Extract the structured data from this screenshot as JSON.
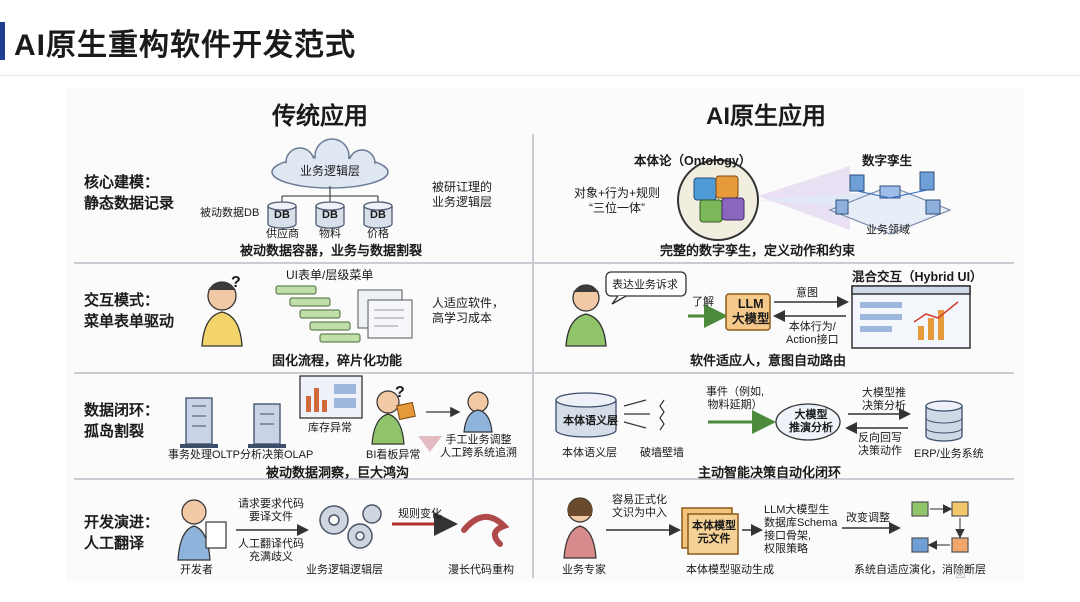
{
  "header": {
    "title": "AI原生重构软件开发范式"
  },
  "columns": {
    "left": "传统应用",
    "right": "AI原生应用"
  },
  "rows": [
    {
      "title_line1": "核心建模：",
      "title_line2": "静态数据记录",
      "left": {
        "cloud": "业务逻辑层",
        "db_label": "被动数据DB",
        "db_icon": "DB",
        "db_names": [
          "供应商",
          "物料",
          "价格"
        ],
        "side_line1": "被研讧理的",
        "side_line2": "业务逻辑层",
        "caption": "被动数据容器，业务与数据割裂"
      },
      "right": {
        "ontology": "本体论（Ontology）",
        "triad_line1": "对象+行为+规则",
        "triad_line2": "“三位一体”",
        "twin": "数字孪生",
        "domain": "业务领域",
        "caption": "完整的数字孪生，定义动作和约束"
      }
    },
    {
      "title_line1": "交互模式：",
      "title_line2": "菜单表单驱动",
      "left": {
        "menu": "UI表单/层级菜单",
        "side_line1": "人适应软件，",
        "side_line2": "高学习成本",
        "question": "?",
        "caption": "固化流程，碎片化功能"
      },
      "right": {
        "bubble": "表达业务诉求",
        "understand": "了解",
        "llm_line1": "LLM",
        "llm_line2": "大模型",
        "intent": "意图",
        "action_line1": "本体行为/",
        "action_line2": "Action接口",
        "hybrid": "混合交互（Hybrid UI）",
        "caption": "软件适应人，意图自动路由"
      }
    },
    {
      "title_line1": "数据闭环：",
      "title_line2": "孤岛割裂",
      "left": {
        "oltp": "事务处理OLTP",
        "olap": "分析决策OLAP",
        "inventory": "库存异常",
        "bi": "BI看板异常",
        "manual_line1": "手工业务调整",
        "manual_line2": "人工跨系统追溯",
        "question": "?",
        "caption": "被动数据洞察，巨大鸿沟"
      },
      "right": {
        "semantic_box": "本体语义层",
        "semantic_label": "本体语义层",
        "breakwall": "破墙壁墙",
        "event_line1": "事件（例如,",
        "event_line2": "物料延期）",
        "llm_line1": "大模型",
        "llm_line2": "推演分析",
        "push_line1": "大模型推",
        "push_line2": "决策分析",
        "back_line1": "反向回写",
        "back_line2": "决策动作",
        "erp": "ERP/业务系统",
        "caption": "主动智能决策自动化闭环"
      }
    },
    {
      "title_line1": "开发演进：",
      "title_line2": "人工翻译",
      "left": {
        "req_line1": "请求要求代码",
        "req_line2": "要译文件",
        "tr_line1": "人工翻译代码",
        "tr_line2": "充满歧义",
        "rule_change": "规则变化",
        "developer": "开发者",
        "logic_layer": "业务逻辑逻辑层",
        "refactor": "漫长代码重构"
      },
      "right": {
        "easy_line1": "容易正式化",
        "easy_line2": "文识为中入",
        "model_line1": "本体模型",
        "model_line2": "元文件",
        "gen_line1": "LLM大模型生",
        "gen_line2": "数据库Schema",
        "gen_line3": "接口骨架,",
        "gen_line4": "权限策略",
        "change": "改变调整",
        "expert": "业务专家",
        "driven": "本体模型驱动生成",
        "adapt": "系统自适应演化，消除断层"
      }
    }
  ],
  "watermark": "图"
}
